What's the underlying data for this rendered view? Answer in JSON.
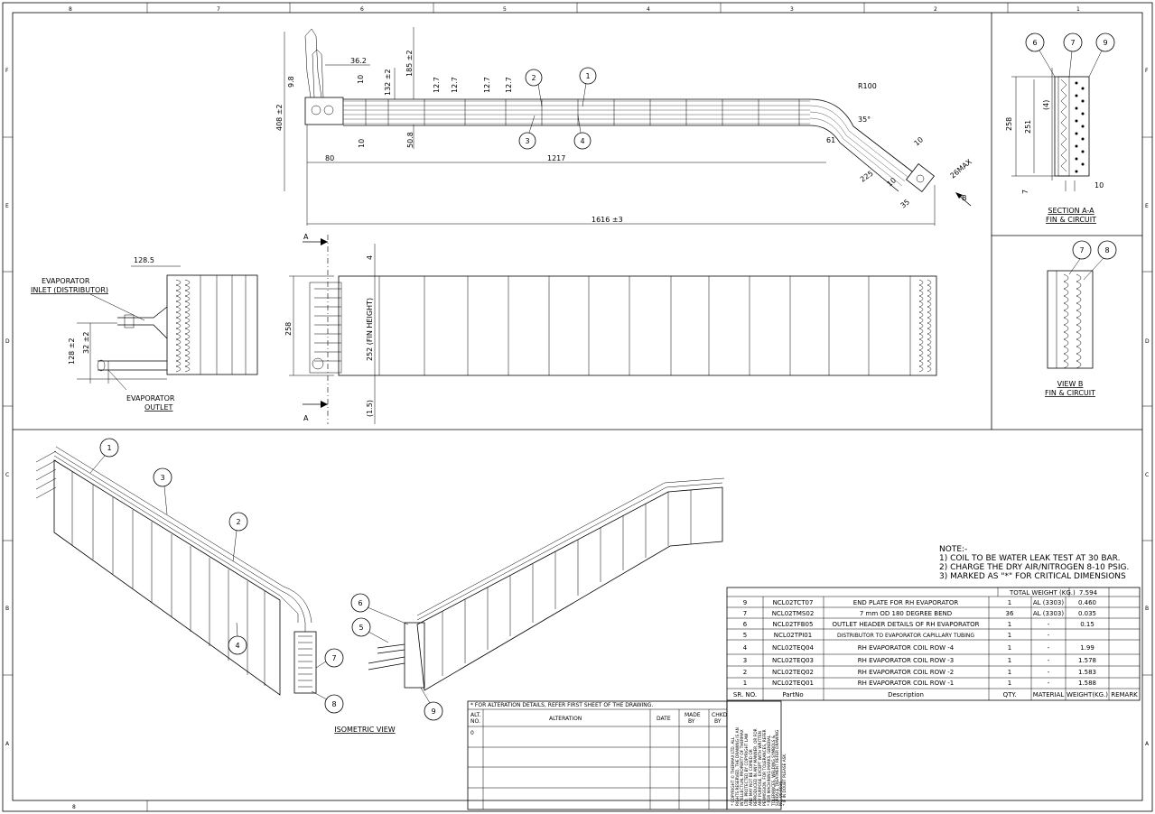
{
  "zones": {
    "columns": [
      "8",
      "7",
      "6",
      "5",
      "4",
      "3",
      "2",
      "1"
    ],
    "rows": [
      "F",
      "E",
      "D",
      "C",
      "B",
      "A"
    ],
    "bottom_left": "8"
  },
  "top_view": {
    "dims": [
      "36.2",
      "9.8",
      "10",
      "132 ±2",
      "185 ±2",
      "408 ±2",
      "12.7",
      "12.7",
      "12.7",
      "12.7",
      "10",
      "50.8",
      "80",
      "1217",
      "R100",
      "35°",
      "61",
      "10",
      "26MAX",
      "225",
      "10",
      "35",
      "1616 ±3"
    ],
    "balloons": [
      "2",
      "1",
      "3",
      "4"
    ],
    "view_arrow": "B"
  },
  "section_aa": {
    "dims": [
      "258",
      "251",
      "(4)",
      "7",
      "10"
    ],
    "balloons": [
      "6",
      "7",
      "9"
    ],
    "title": "SECTION A-A",
    "subtitle": "FIN & CIRCUIT"
  },
  "view_b": {
    "balloons": [
      "7",
      "8"
    ],
    "title": "VIEW B",
    "subtitle": "FIN & CIRCUIT"
  },
  "side_view": {
    "dim_top": "128.5",
    "label_inlet": [
      "EVAPORATOR",
      "INLET (DISTRIBUTOR)"
    ],
    "dim_left1": "128 ±2",
    "dim_left2": "32 ±2",
    "label_outlet": [
      "EVAPORATOR",
      "OUTLET"
    ]
  },
  "front_view": {
    "section_mark": "A",
    "dim_4": "4",
    "dim_258": "258",
    "dim_fin": "252 (FIN HEIGHT)",
    "dim_15": "(1.5)"
  },
  "iso_left": {
    "balloons": [
      "1",
      "3",
      "2",
      "4",
      "7",
      "8"
    ],
    "title": "ISOMETRIC VIEW"
  },
  "iso_right": {
    "balloons": [
      "6",
      "5",
      "9"
    ]
  },
  "notes": {
    "heading": "NOTE:-",
    "lines": [
      "1) COIL TO BE WATER LEAK TEST AT 30 BAR.",
      "2) CHARGE THE DRY AIR/NITROGEN 8-10 PSIG.",
      "3) MARKED AS \"*\" FOR CRITICAL DIMENSIONS"
    ]
  },
  "bom": {
    "total_label": "TOTAL WEIGHT (KG.)",
    "total_value": "7.594",
    "headers": [
      "SR. NO.",
      "PartNo",
      "Description",
      "QTY.",
      "MATERIAL",
      "WEIGHT(KG.)",
      "REMARK"
    ],
    "rows": [
      [
        "9",
        "NCL02TCT07",
        "END PLATE FOR RH EVAPORATOR",
        "1",
        "AL (3303)",
        "0.460",
        ""
      ],
      [
        "7",
        "NCL02TMS02",
        "7 mm OD 180 DEGREE BEND",
        "36",
        "AL (3303)",
        "0.035",
        ""
      ],
      [
        "6",
        "NCL02TFB05",
        "OUTLET HEADER DETAILS OF RH EVAPORATOR",
        "1",
        "-",
        "0.15",
        ""
      ],
      [
        "5",
        "NCL02TPI01",
        "DISTRIBUTOR TO EVAPORATOR CAPILLARY TUBING",
        "1",
        "-",
        "",
        ""
      ],
      [
        "4",
        "NCL02TEQ04",
        "RH  EVAPORATOR  COIL  ROW -4",
        "1",
        "-",
        "1.99",
        ""
      ],
      [
        "3",
        "NCL02TEQ03",
        "RH  EVAPORATOR  COIL  ROW -3",
        "1",
        "-",
        "1.578",
        ""
      ],
      [
        "2",
        "NCL02TEQ02",
        "RH  EVAPORATOR  COIL  ROW -2",
        "1",
        "-",
        "1.583",
        ""
      ],
      [
        "1",
        "NCL02TEQ01",
        "RH  EVAPORATOR  COIL  ROW -1",
        "1",
        "-",
        "1.588",
        ""
      ]
    ]
  },
  "alteration": {
    "note": "* FOR ALTERATION DETAILS, REFER FIRST SHEET OF THE DRAWING.",
    "col_alt": [
      "ALT.",
      "NO."
    ],
    "col_alteration": "ALTERATION",
    "col_date": "DATE",
    "col_made": [
      "MADE",
      "BY"
    ],
    "col_chkd": [
      "CHKD",
      "BY"
    ],
    "first_alt": "0"
  },
  "copyright": [
    "* COPYRIGHT © THERMAX LTD. ALL",
    "RIGHTS RESERVED. THE DRAWING IS AN",
    "INTELLECTUAL PROPERTY OF THERMAX",
    "LTD. PROTECTED BY COPYRIGHT LAW",
    "AND MAY NOT BE COPIED OR",
    "REPRODUCED IN ANY MANNER, OR FOR",
    "ANY PURPOSE, EXCEPT WITH WRITTEN",
    "PERMISSION. FOR TOLERANCES, REFER",
    "* FOR MACHINING MARKS, GENERAL",
    "TOLERANCES, WELDING SYMBOLS &",
    "SURFACE TREATMENT REFER DRAWING",
    "NO. 00-6036.",
    "* IF IN DOUBT PLEASE ASK."
  ]
}
